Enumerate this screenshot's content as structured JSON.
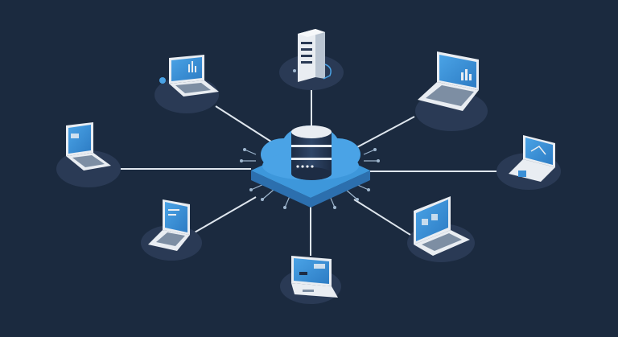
{
  "diagram": {
    "background": "#1b2a3f",
    "node_disc_color": "#2a3a55",
    "link_color": "#dfe6ee",
    "screen_color": "#3a8fd6",
    "device_body_color": "#e9edf2",
    "cloud_color": "#3d97db",
    "hub": {
      "kind": "cloud-database-hub",
      "icon": "database-cylinder-icon"
    },
    "nodes": [
      {
        "kind": "server-tower",
        "icon": "server-icon"
      },
      {
        "kind": "laptop",
        "icon": "laptop-icon"
      },
      {
        "kind": "laptop",
        "icon": "laptop-icon"
      },
      {
        "kind": "laptop",
        "icon": "laptop-icon"
      },
      {
        "kind": "laptop",
        "icon": "laptop-icon"
      },
      {
        "kind": "laptop",
        "icon": "laptop-icon"
      },
      {
        "kind": "laptop",
        "icon": "laptop-icon"
      },
      {
        "kind": "laptop",
        "icon": "laptop-icon"
      },
      {
        "kind": "laptop",
        "icon": "laptop-icon"
      }
    ]
  }
}
